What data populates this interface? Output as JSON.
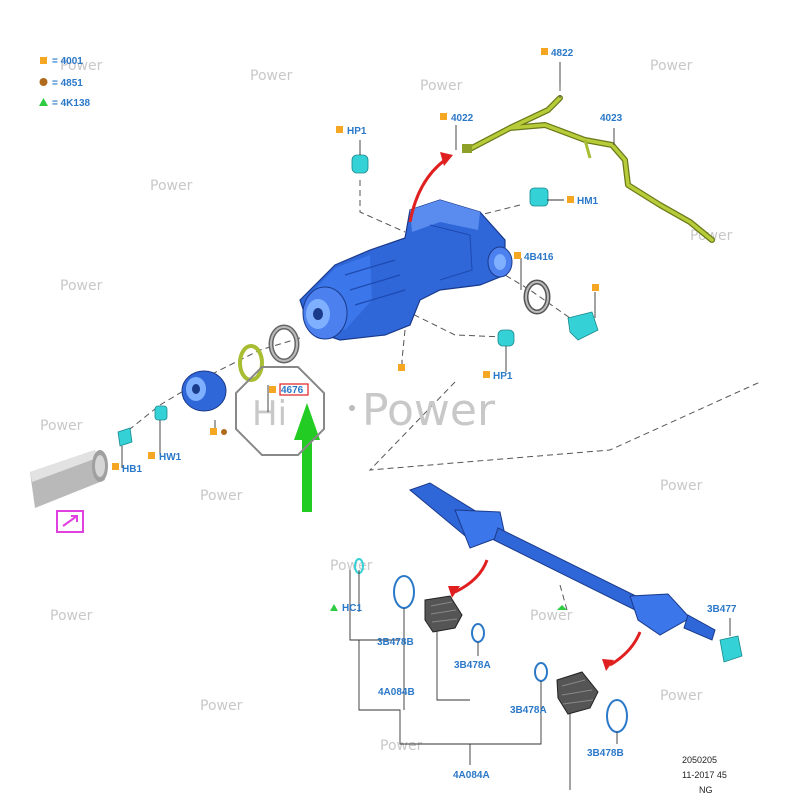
{
  "legend": [
    {
      "code": "4001",
      "marker": "square",
      "color": "#f5a623"
    },
    {
      "code": "4851",
      "marker": "circle",
      "color": "#b06a1c"
    },
    {
      "code": "4K138",
      "marker": "triangle",
      "color": "#2ecc40"
    }
  ],
  "prefix": "= ",
  "watermark": {
    "small": "Power",
    "large": "Power",
    "large_letter": "Hi"
  },
  "labels": {
    "p4822": "4822",
    "p4022": "4022",
    "p4023": "4023",
    "hp1_top": "HP1",
    "hm1": "HM1",
    "p4b416": "4B416",
    "hp1_bottom": "HP1",
    "p4676": "4676",
    "hw1": "HW1",
    "hb1": "HB1",
    "hc1": "HC1",
    "p3b478b_left": "3B478B",
    "p3b478a_left": "3B478A",
    "p4a084b": "4A084B",
    "p3b478a_right": "3B478A",
    "p3b478b_right": "3B478B",
    "p4a084a": "4A084A",
    "p3b477": "3B477"
  },
  "ref_block": [
    "2050205",
    "11-2017 45",
    "NG"
  ],
  "colors": {
    "blue_part": "#2f66d8",
    "cyan_part": "#34d1d6",
    "harness": "#a8bd32",
    "callout_red": "#e02020",
    "callout_green": "#22cc22",
    "label_blue": "#2a78c8",
    "magenta": "#e040e0",
    "marker_orange": "#f5a623"
  }
}
